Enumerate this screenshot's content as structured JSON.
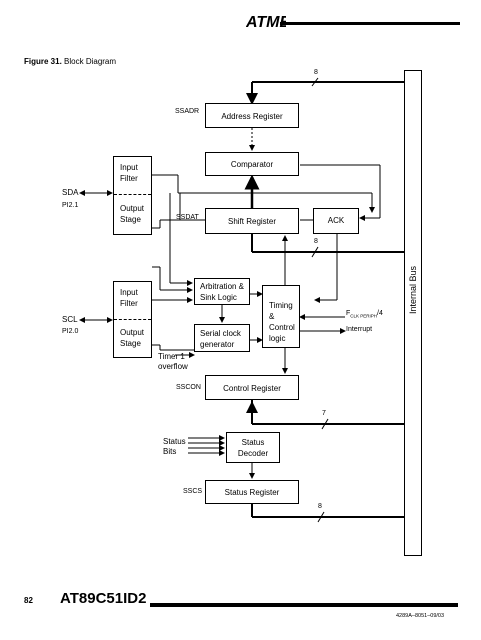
{
  "header": {
    "logo_text": "ATMEL"
  },
  "figure": {
    "caption_bold": "Figure 31.",
    "caption_text": "Block Diagram"
  },
  "blocks": {
    "address_register": "Address Register",
    "comparator": "Comparator",
    "shift_register": "Shift Register",
    "ack": "ACK",
    "arbitration": [
      "Arbitration &",
      "Sink Logic"
    ],
    "serial_clock": [
      "Serial clock",
      "generator"
    ],
    "timing": [
      "Timing &",
      "Control",
      "logic"
    ],
    "control_register": "Control Register",
    "status_decoder": [
      "Status",
      "Decoder"
    ],
    "status_register": "Status Register",
    "input_filter_sda": [
      "Input",
      "Filter"
    ],
    "output_stage_sda": [
      "Output",
      "Stage"
    ],
    "input_filter_scl": [
      "Input",
      "Filter"
    ],
    "output_stage_scl": [
      "Output",
      "Stage"
    ]
  },
  "signals": {
    "sda": "SDA",
    "sda_pin": "PI2.1",
    "scl": "SCL",
    "scl_pin": "PI2.0",
    "ssadr": "SSADR",
    "ssdat": "SSDAT",
    "sscon": "SSCON",
    "sscs": "SSCS",
    "timer": [
      "Timer 1",
      "overflow"
    ],
    "status_bits": [
      "Status",
      "Bits"
    ],
    "fclk": "F",
    "fclk_sub": "CLK PERIPH",
    "fclk_div": "/4",
    "interrupt": "Interrupt",
    "internal_bus": "Internal Bus",
    "bus_width": "8",
    "bus_width_7": "7"
  },
  "footer": {
    "page_number": "82",
    "title": "AT89C51ID2",
    "doc_ref": "4289A–8051–09/03"
  }
}
